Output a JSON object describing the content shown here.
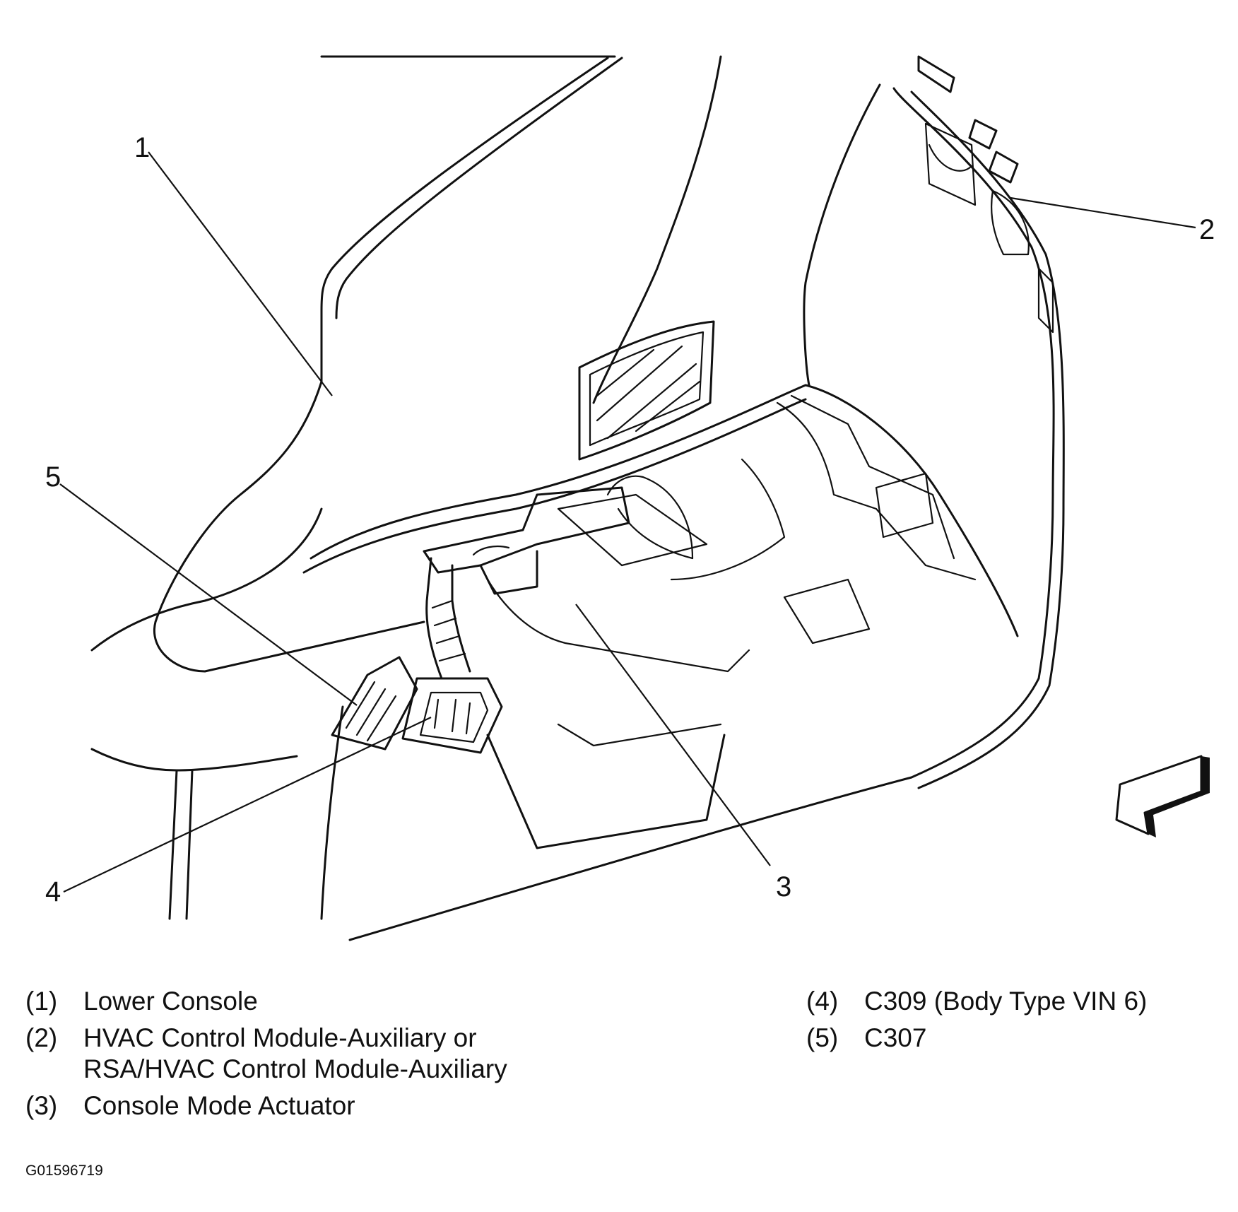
{
  "callouts": [
    {
      "num": "1",
      "label": "(1)",
      "text": "Lower Console"
    },
    {
      "num": "2",
      "label": "(2)",
      "text": "HVAC Control Module-Auxiliary or\nRSA/HVAC Control Module-Auxiliary"
    },
    {
      "num": "3",
      "label": "(3)",
      "text": "Console Mode Actuator"
    },
    {
      "num": "4",
      "label": "(4)",
      "text": "C309 (Body Type VIN 6)"
    },
    {
      "num": "5",
      "label": "(5)",
      "text": "C307"
    }
  ],
  "figure_id": "G01596719"
}
